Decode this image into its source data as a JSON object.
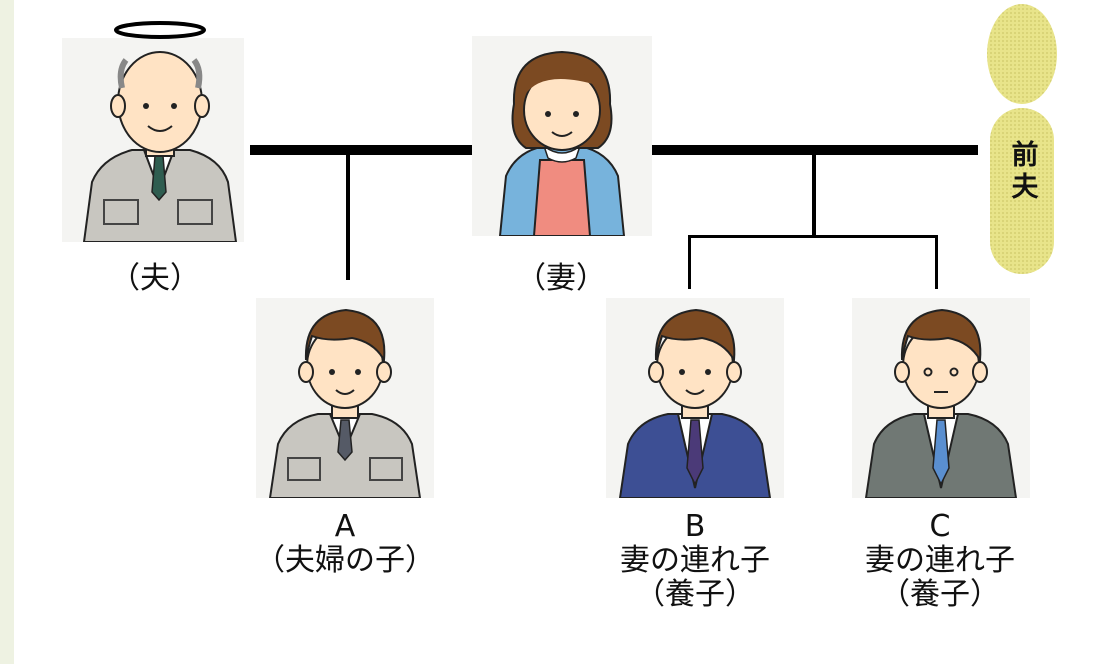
{
  "husband": {
    "label": "（夫）"
  },
  "wife": {
    "label": "（妻）"
  },
  "former_husband": {
    "label_line1": "前",
    "label_line2": "夫"
  },
  "child_a": {
    "letter": "A",
    "desc": "（夫婦の子）"
  },
  "child_b": {
    "letter": "B",
    "desc": "妻の連れ子",
    "status": "（養子）"
  },
  "child_c": {
    "letter": "C",
    "desc": "妻の連れ子",
    "status": "（養子）"
  },
  "colors": {
    "line": "#000000",
    "former_husband_fill": "#e8e48a",
    "halo": "#ffffff",
    "work_suit": "#c8c6c0",
    "navy_suit": "#3d4f94",
    "gray_suit": "#707874",
    "apron": "#f08c80",
    "blouse": "#77b3dc",
    "skin": "#ffe3c4",
    "hair": "#7c4a22"
  }
}
